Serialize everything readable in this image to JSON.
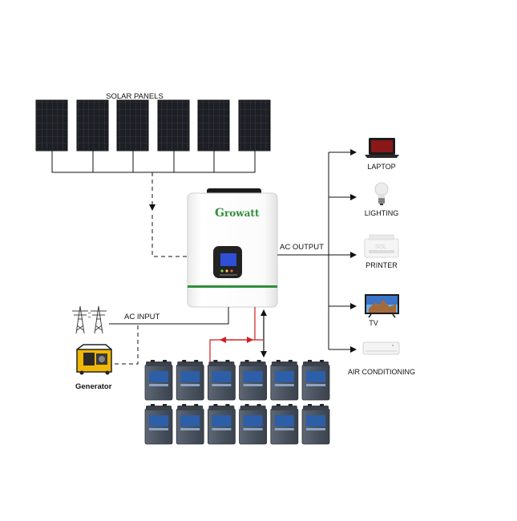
{
  "labels": {
    "solar_panels": "SOLAR PANELS",
    "ac_output": "AC OUTPUT",
    "ac_input": "AC INPUT",
    "generator": "Generator"
  },
  "inverter": {
    "brand_initial": "G",
    "brand_rest": "rowatt"
  },
  "appliances": [
    {
      "id": "laptop",
      "label": "LAPTOP"
    },
    {
      "id": "lighting",
      "label": "LIGHTING"
    },
    {
      "id": "printer",
      "label": "PRINTER",
      "screen_text": "SOL"
    },
    {
      "id": "tv",
      "label": "TV"
    },
    {
      "id": "ac",
      "label": "AIR CONDITIONING"
    }
  ],
  "colors": {
    "battery_link": "#d01f1f",
    "brand_green": "#2f8f3a",
    "lcd_blue": "#2f4fd6",
    "panel": "#1d1f25",
    "battery": "#4a5360",
    "generator_yellow": "#f2b705"
  },
  "counts": {
    "solar_panels": 6,
    "battery_columns": 6,
    "battery_rows": 2
  }
}
